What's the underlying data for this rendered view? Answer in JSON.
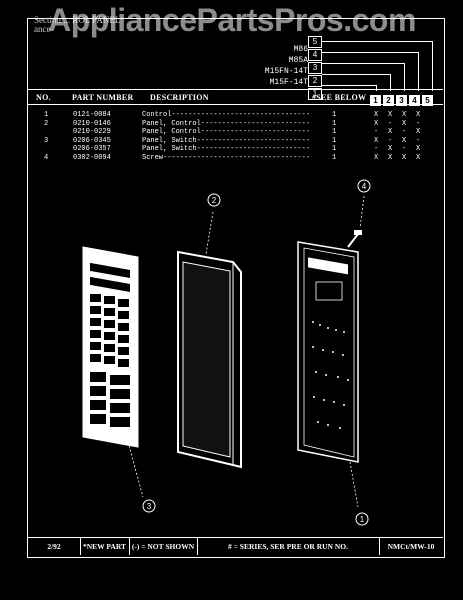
{
  "watermark": "AppliancePartsPros.com",
  "section_title": [
    "Section ... ROL PANEL",
    "ance"
  ],
  "models": [
    "M86",
    "M85A",
    "M15FN-14T",
    "M15F-14T"
  ],
  "ladder_numbers": [
    "5",
    "4",
    "3",
    "2",
    "1"
  ],
  "columns": {
    "no": "NO.",
    "part_number": "PART NUMBER",
    "description": "DESCRIPTION",
    "see_below": "#SEE BELOW",
    "series": [
      "1",
      "2",
      "3",
      "4",
      "5"
    ]
  },
  "parts": [
    {
      "no": "1",
      "part": "0121-0084",
      "desc": "Control---------------------------------",
      "qty": "1",
      "s": [
        "X",
        "X",
        "X",
        "X"
      ]
    },
    {
      "no": "2",
      "part": "0210-0146",
      "desc": "Panel, Control--------------------------",
      "qty": "1",
      "s": [
        "X",
        "-",
        "X",
        "-"
      ]
    },
    {
      "no": "",
      "part": "0210-0229",
      "desc": "Panel, Control--------------------------",
      "qty": "1",
      "s": [
        "-",
        "X",
        "-",
        "X"
      ]
    },
    {
      "no": "3",
      "part": "0206-0345",
      "desc": "Panel, Switch---------------------------",
      "qty": "1",
      "s": [
        "X",
        "-",
        "X",
        "-"
      ]
    },
    {
      "no": "",
      "part": "0206-0357",
      "desc": "Panel, Switch---------------------------",
      "qty": "1",
      "s": [
        "-",
        "X",
        "-",
        "X"
      ]
    },
    {
      "no": "4",
      "part": "0302-0094",
      "desc": "Screw-----------------------------------",
      "qty": "1",
      "s": [
        "X",
        "X",
        "X",
        "X"
      ]
    }
  ],
  "callouts": [
    "1",
    "2",
    "3",
    "4"
  ],
  "footer": {
    "date": "2/92",
    "new_part": "*NEW PART",
    "not_shown": "(-) = NOT SHOWN",
    "series_note": "# = SERIES, SER PRE OR RUN NO.",
    "code": "NMCt/MW-10"
  },
  "colors": {
    "background": "#000000",
    "ink": "#ffffff"
  }
}
